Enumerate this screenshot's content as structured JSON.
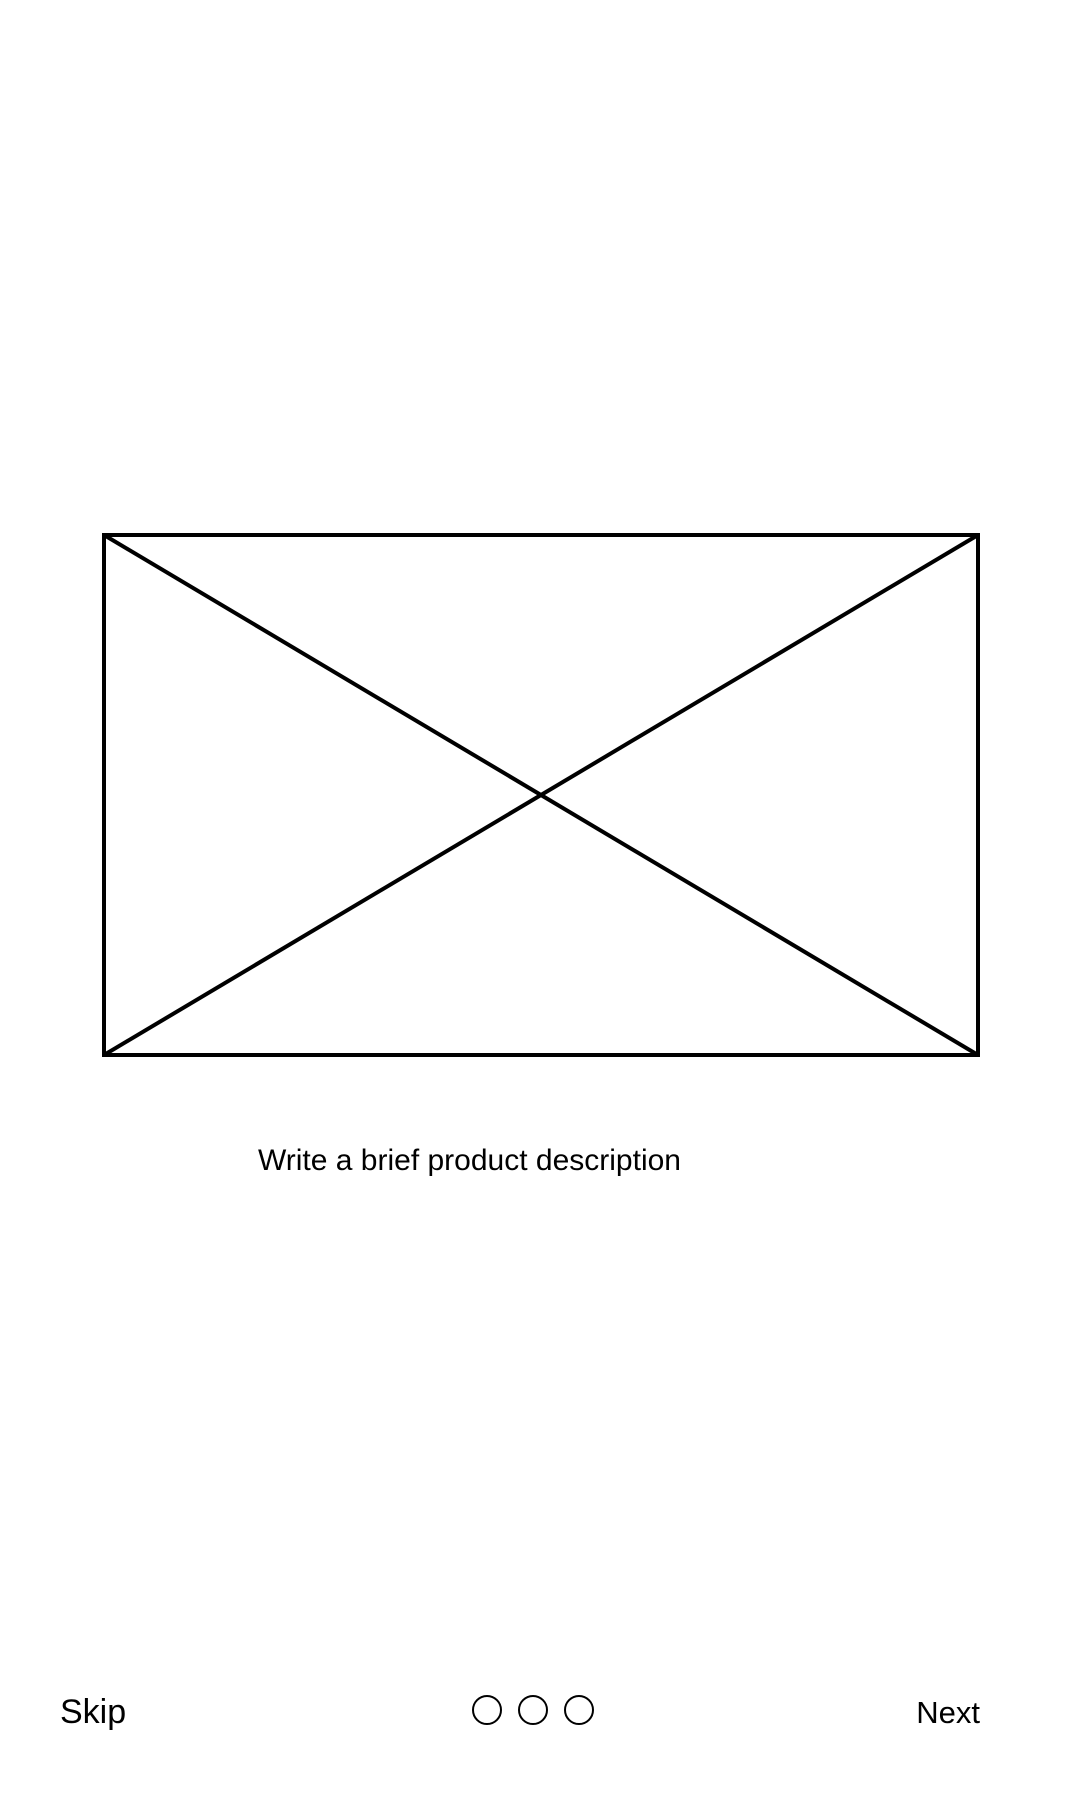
{
  "main": {
    "image_placeholder_icon": "image-placeholder-icon",
    "description": "Write a brief product description"
  },
  "footer": {
    "skip_label": "Skip",
    "next_label": "Next",
    "pager": {
      "total_pages": 3,
      "icon": "circle-outline-icon"
    }
  },
  "colors": {
    "background": "#ffffff",
    "foreground": "#000000"
  }
}
